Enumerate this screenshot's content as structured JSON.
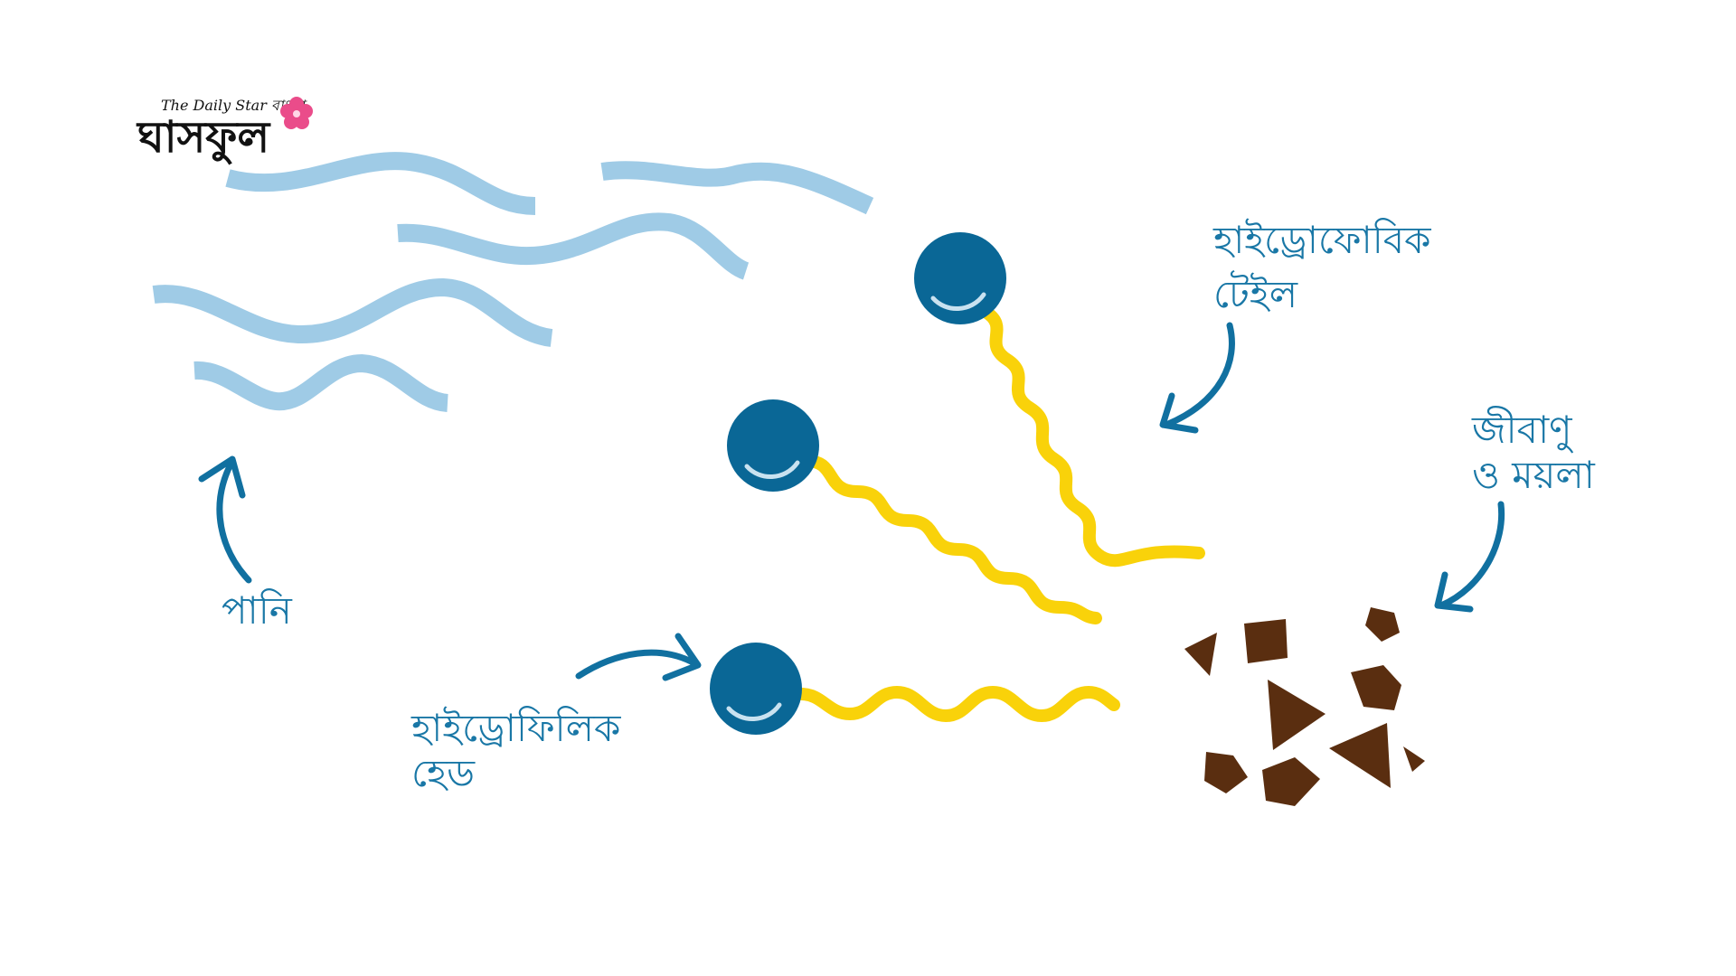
{
  "logo": {
    "small_text": "The Daily Star বাংলা",
    "brand": "ঘাসফুল"
  },
  "labels": {
    "water": "পানি",
    "hydrophobic_line1": "হাইড্রোফোবিক",
    "hydrophobic_line2": "টেইল",
    "hydrophilic_line1": "হাইড্রোফিলিক",
    "hydrophilic_line2": "হেড",
    "dirt_line1": "জীবাণু",
    "dirt_line2": "ও ময়লা"
  },
  "colors": {
    "water_wave": "#9fcbe6",
    "head": "#0a6796",
    "tail": "#f9d20a",
    "arrow": "#1170a0",
    "label": "#1977a6",
    "dirt": "#5a2e10",
    "logo_flower": "#ea4c8a",
    "logo_text": "#111111"
  },
  "icons": {
    "logo_flower": "flower-icon",
    "arrows": "curved-arrow-icon"
  }
}
